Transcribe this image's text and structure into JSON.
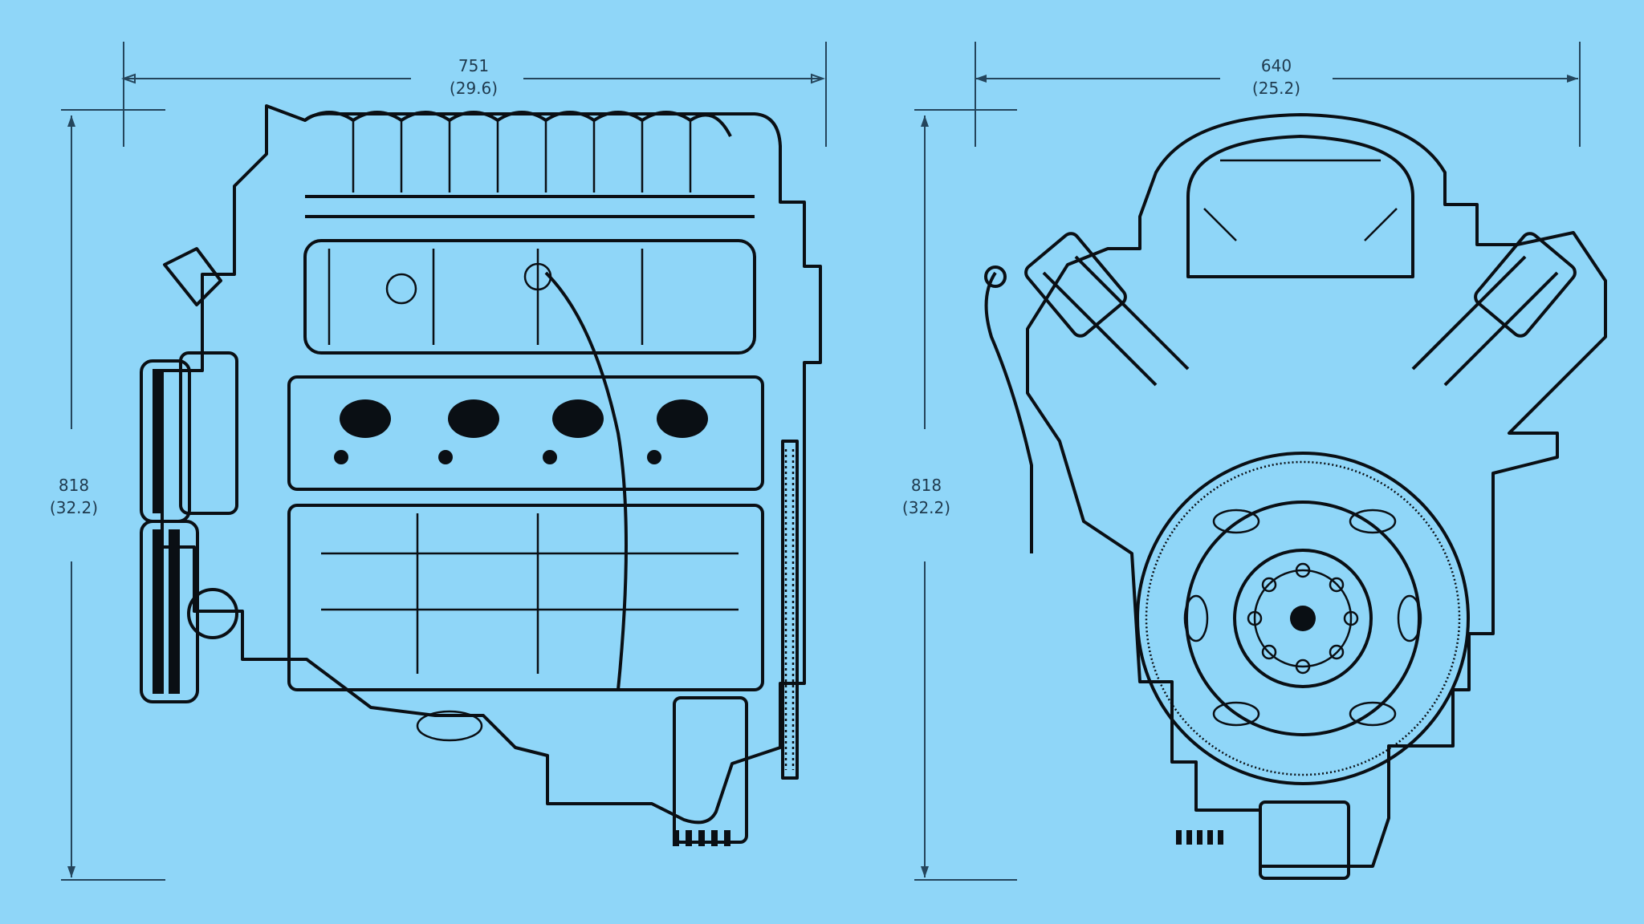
{
  "side_view": {
    "width_mm": "751",
    "width_in": "(29.6)",
    "height_mm": "818",
    "height_in": "(32.2)"
  },
  "front_view": {
    "width_mm": "640",
    "width_in": "(25.2)",
    "height_mm": "818",
    "height_in": "(32.2)"
  },
  "colors": {
    "background": "#8fd6f8",
    "line": "#0a0f14",
    "dimension": "#24455c"
  }
}
